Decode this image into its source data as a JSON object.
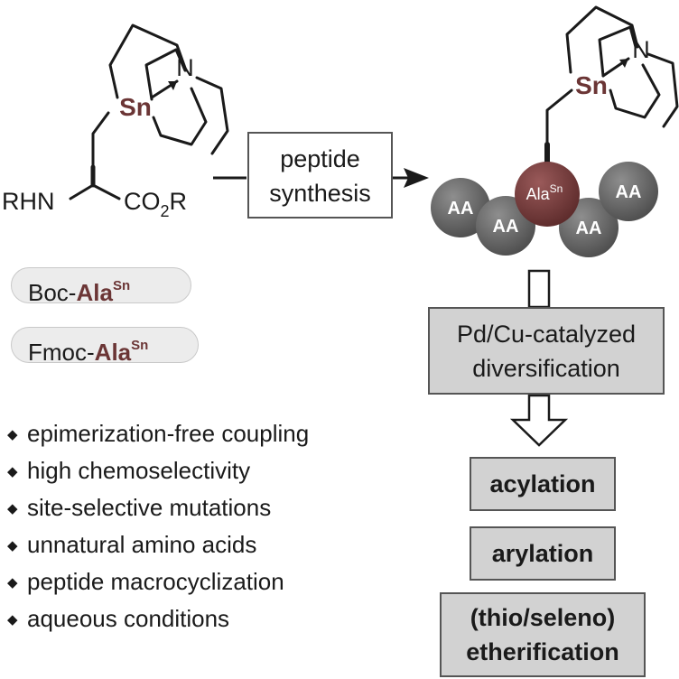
{
  "structure": {
    "tin": "Sn",
    "nitrogen": "N",
    "amine": "RHN",
    "ester_left": "CO",
    "ester_sub": "2",
    "ester_right": "R"
  },
  "step_box": {
    "line1": "peptide",
    "line2": "synthesis"
  },
  "peptide": {
    "residue_label": "AA",
    "ala_label": "Ala",
    "ala_sup": "Sn"
  },
  "reagents": [
    {
      "prefix": "Boc-",
      "name": "Ala",
      "sup": "Sn"
    },
    {
      "prefix": "Fmoc-",
      "name": "Ala",
      "sup": "Sn"
    }
  ],
  "catalysis_box": {
    "line1": "Pd/Cu-catalyzed",
    "line2": "diversification"
  },
  "products": [
    "acylation",
    "arylation",
    "(thio/seleno)",
    "etherification"
  ],
  "features": [
    "epimerization-free coupling",
    "high chemoselectivity",
    "site-selective mutations",
    "unnatural amino acids",
    "peptide macrocyclization",
    "aqueous conditions"
  ],
  "colors": {
    "tin_brown": "#6b3535",
    "bead_grey": "#5f5f5f",
    "box_grey": "#d2d2d2"
  }
}
